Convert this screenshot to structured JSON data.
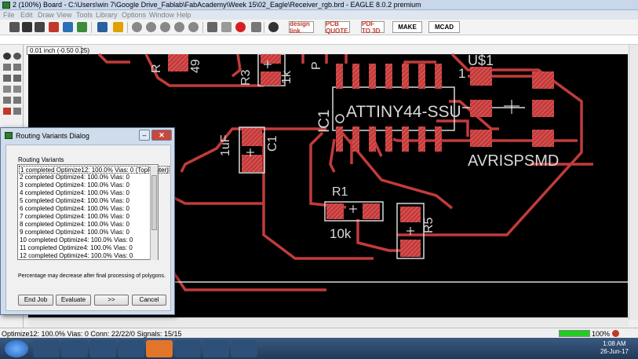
{
  "window": {
    "title": "2 (100%) Board - C:\\Users\\win 7\\Google Drive_Fablab\\FabAcademy\\Week 15\\02_Eagle\\Receiver_rgb.brd - EAGLE 8.0.2 premium"
  },
  "menu": {
    "items": [
      "File",
      "Edit",
      "Draw",
      "View",
      "Tools",
      "Library",
      "Options",
      "Window",
      "Help"
    ]
  },
  "toolbar": {
    "design_link": "design link",
    "pcb_quote": "PCB QUOTE",
    "pdf_3d": "PDF TO 3D",
    "make_label": "MAKE",
    "mcad_label": "MCAD"
  },
  "coord_readout": "0.01 inch (-0.50 0.25)",
  "board": {
    "labels": {
      "r3": "R3",
      "r3_val": "1k",
      "r_top": "49",
      "ic1": "IC1",
      "attiny": "ATTINY44-SSU",
      "usd1": "U$1",
      "one": "1",
      "c1": "C1",
      "c1_val": "1uF",
      "avr": "AVRISPSMD",
      "r1": "R1",
      "r1_val": "10k",
      "r5": "R5",
      "p": "P",
      "r": "R"
    },
    "colors": {
      "trace": "#c23b3b",
      "pad": "#c63a3a",
      "outline": "#d9d9d9",
      "bg": "#000000"
    }
  },
  "dialog": {
    "title": "Routing Variants Dialog",
    "group_label": "Routing Variants",
    "rows": [
      "1 completed Optimize12:  100.0%  Vias: 0  (TopRouter)",
      "2 completed Optimize4:  100.0%  Vias: 0",
      "3 completed Optimize4:  100.0%  Vias: 0",
      "4 completed Optimize4:  100.0%  Vias: 0",
      "5 completed Optimize4:  100.0%  Vias: 0",
      "6 completed Optimize4:  100.0%  Vias: 0",
      "7 completed Optimize4:  100.0%  Vias: 0",
      "8 completed Optimize4:  100.0%  Vias: 0",
      "9 completed Optimize4:  100.0%  Vias: 0",
      "10 completed Optimize4:  100.0%  Vias: 0",
      "11 completed Optimize4:  100.0%  Vias: 0",
      "12 completed Optimize4:  100.0%  Vias: 0"
    ],
    "note": "Percentage may decrease after final processing of polygons.",
    "buttons": {
      "end_job": "End Job",
      "evaluate": "Evaluate",
      "next": ">>",
      "cancel": "Cancel"
    }
  },
  "status": {
    "text": "Optimize12: 100.0%  Vias: 0  Conn: 22/22/0  Signals: 15/15",
    "progress_value": 1.0,
    "progress_label": "100%"
  },
  "taskbar": {
    "time": "1:08 AM",
    "date": "26-Jun-17"
  }
}
